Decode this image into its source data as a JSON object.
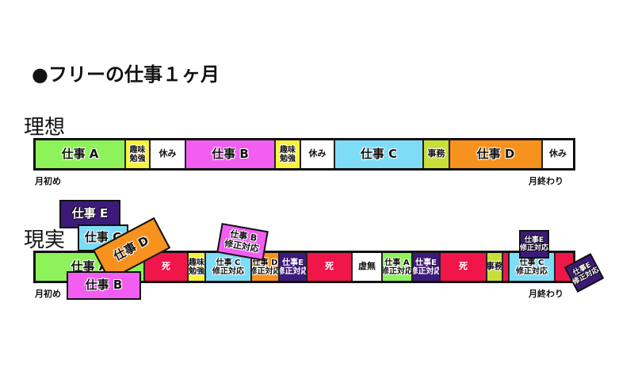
{
  "title": "●フリーの仕事１ヶ月",
  "ideal": {
    "heading": "理想",
    "start_label": "月初め",
    "end_label": "月終わり",
    "segments": [
      {
        "lines": [
          "仕事 A"
        ],
        "color": "#8ef25a"
      },
      {
        "lines": [
          "趣味",
          "勉強"
        ],
        "color": "#f7f33c"
      },
      {
        "lines": [
          "休み"
        ],
        "color": "#ffffff"
      },
      {
        "lines": [
          "仕事 B"
        ],
        "color": "#f25ef2"
      },
      {
        "lines": [
          "趣味",
          "勉強"
        ],
        "color": "#f7f33c"
      },
      {
        "lines": [
          "休み"
        ],
        "color": "#ffffff"
      },
      {
        "lines": [
          "仕事 C"
        ],
        "color": "#7fdcf6"
      },
      {
        "lines": [
          "事務"
        ],
        "color": "#c8de3a"
      },
      {
        "lines": [
          "仕事 D"
        ],
        "color": "#f7921e"
      },
      {
        "lines": [
          "休み"
        ],
        "color": "#ffffff"
      }
    ]
  },
  "reality": {
    "heading": "現実",
    "start_label": "月初め",
    "end_label": "月終わり",
    "segments": [
      {
        "lines": [
          "仕事 A"
        ],
        "color": "#8ef25a"
      },
      {
        "lines": [
          "死"
        ],
        "color": "#f0164a"
      },
      {
        "lines": [
          "趣味",
          "勉強"
        ],
        "color": "#f7f33c"
      },
      {
        "lines": [
          "仕事 C",
          "修正対応"
        ],
        "color": "#7fdcf6"
      },
      {
        "lines": [
          "仕事 D",
          "修正対応"
        ],
        "color": "#f7921e"
      },
      {
        "lines": [
          "仕事E",
          "修正対応"
        ],
        "color": "#3d1a78"
      },
      {
        "lines": [
          "死"
        ],
        "color": "#f0164a"
      },
      {
        "lines": [
          "虚無"
        ],
        "color": "#ffffff"
      },
      {
        "lines": [
          "仕事 A",
          "修正対応"
        ],
        "color": "#8ef25a"
      },
      {
        "lines": [
          "仕事E",
          "修正対応"
        ],
        "color": "#3d1a78"
      },
      {
        "lines": [
          "死"
        ],
        "color": "#f0164a"
      },
      {
        "lines": [
          "事務"
        ],
        "color": "#c8de3a"
      },
      {
        "lines": [
          ""
        ],
        "color": "#f0164a"
      },
      {
        "lines": [
          "仕事 C",
          "修正対応"
        ],
        "color": "#7fdcf6"
      },
      {
        "lines": [
          ""
        ],
        "color": "#f0164a"
      }
    ],
    "floating_cards": [
      {
        "lines": [
          "仕事 E"
        ],
        "color": "#3d1a78"
      },
      {
        "lines": [
          "仕事 C"
        ],
        "color": "#7fdcf6"
      },
      {
        "lines": [
          "仕事 D"
        ],
        "color": "#f7921e"
      },
      {
        "lines": [
          "仕事 B"
        ],
        "color": "#f25ef2"
      },
      {
        "lines": [
          "仕事 B",
          "修正対応"
        ],
        "color": "#f25ef2"
      },
      {
        "lines": [
          "仕事E",
          "修正対応"
        ],
        "color": "#3d1a78"
      },
      {
        "lines": [
          "仕事E",
          "修正対応"
        ],
        "color": "#3d1a78"
      }
    ]
  }
}
